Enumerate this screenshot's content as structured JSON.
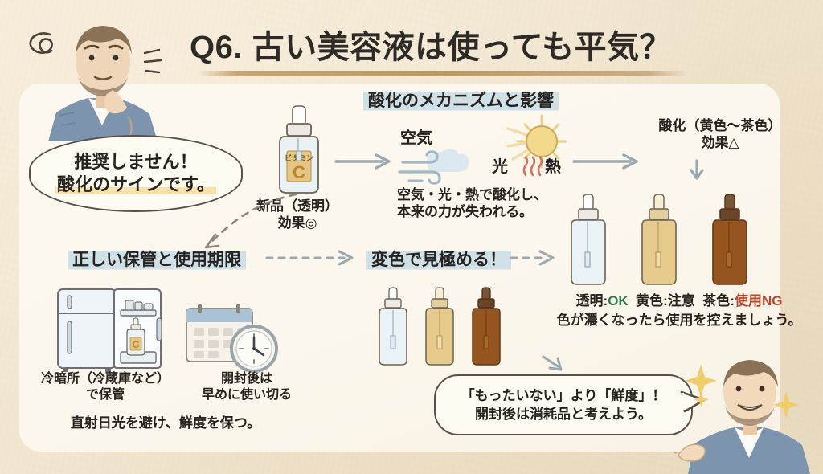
{
  "title": "Q6. 古い美容液は使っても平気？",
  "bubble_warning": {
    "line1": "推奨しません！",
    "line2": "酸化のサインです。"
  },
  "bubble_advice": {
    "line1": "「もったいない」より「鮮度」！",
    "line2": "開封後は消耗品と考えよう。"
  },
  "headings": {
    "mechanism": "酸化のメカニズムと影響",
    "storage": "正しい保管と使用期限",
    "color_check": "変色で見極める！"
  },
  "mechanism": {
    "bottle_label_top": "ビタミン",
    "bottle_label_big": "C",
    "new_caption_line1": "新品（透明）",
    "new_caption_line2": "効果◎",
    "air": "空気",
    "light": "光",
    "heat": "熱",
    "explain_line1": "空気・光・熱で酸化し、",
    "explain_line2": "本来の力が失われる。",
    "oxidized_line1": "酸化（黄色〜茶色）",
    "oxidized_line2": "効果△"
  },
  "legend": {
    "clear_label": "透明:",
    "clear_value": "OK",
    "yellow_label": "黄色:",
    "yellow_value": "注意",
    "brown_label": "茶色:",
    "brown_value": "使用NG",
    "note": "色が濃くなったら使用を控えましょう。"
  },
  "storage": {
    "fridge_line1": "冷暗所（冷蔵庫など）",
    "fridge_line2": "で保管",
    "fridge_bottle_letter": "C",
    "clock_line1": "開封後は",
    "clock_line2": "早めに使い切る",
    "sunlight_note": "直射日光を避け、鮮度を保つ。"
  },
  "colors": {
    "paper": "#f1e5cf",
    "panel": "#fbf7ec",
    "ink": "#26231f",
    "accent_underline": "#c19a63",
    "highlight_blue": "#cfe0e6",
    "highlight_yellow": "#f7e1a8",
    "ok_green": "#2f7a4a",
    "ng_red": "#c0452c",
    "bottle_clear": "#e7f1f4",
    "bottle_yellow": "#e3c47f",
    "bottle_brown": "#8a5322",
    "arrow_grey": "#9aa8b0",
    "suit_blue": "#7c94ad"
  },
  "icons": {
    "spiral": "spiral-doodle-icon",
    "wind": "wind-icon",
    "sun": "sun-icon",
    "heat_waves": "heat-waves-icon",
    "fridge": "refrigerator-icon",
    "calendar": "calendar-icon",
    "clock": "clock-icon",
    "dropper_bottle": "dropper-bottle-icon",
    "sparkle": "sparkle-icon",
    "arrow": "arrow-right-icon",
    "dashed_arrow": "dashed-arrow-icon"
  }
}
